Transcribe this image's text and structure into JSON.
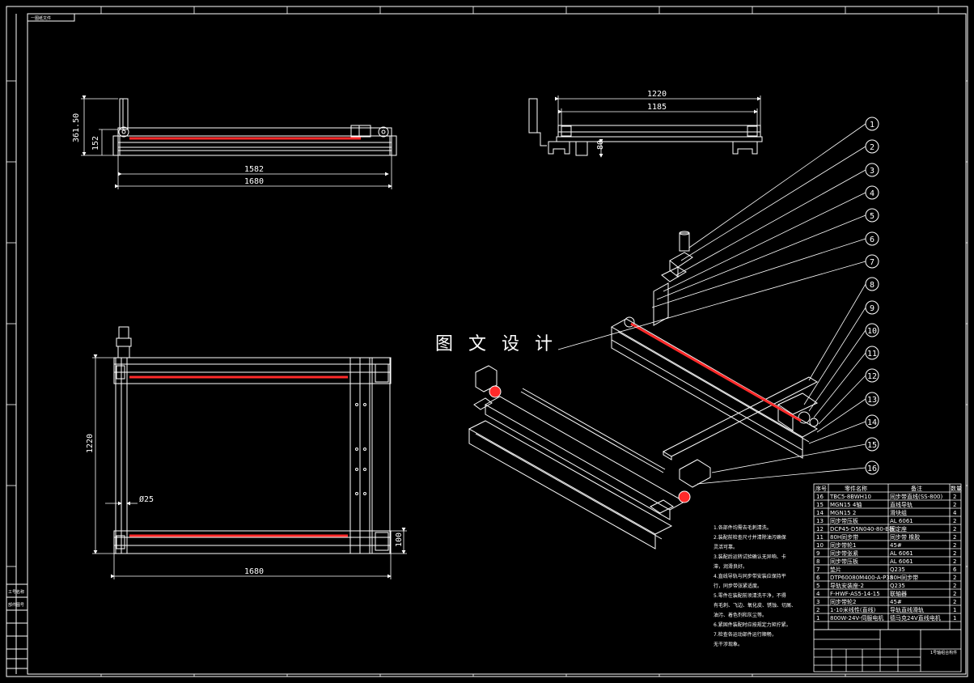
{
  "sheet": {
    "corner_label": "一图纸文件",
    "watermark": "图 文 设 计",
    "colors": {
      "background": "#000000",
      "line": "#ffffff",
      "belt": "#ff2a2a"
    }
  },
  "views": {
    "front": {
      "dim_overall_height": "361.50",
      "dim_rail_height": "152",
      "dim_inner_length": "1582",
      "dim_outer_length": "1680"
    },
    "side": {
      "dim_outer_width": "1220",
      "dim_inner_width": "1185",
      "dim_profile": "80"
    },
    "top": {
      "dim_width": "1220",
      "dim_length": "1680",
      "dim_diameter": "Ø25",
      "dim_rail_width": "100"
    }
  },
  "balloons": [
    "1",
    "2",
    "3",
    "4",
    "5",
    "6",
    "7",
    "8",
    "9",
    "10",
    "11",
    "12",
    "13",
    "14",
    "15",
    "16"
  ],
  "notes": [
    "1.各部件均需去毛刺清洗。",
    "2.装配前检查尺寸并清除油污确保",
    "  灵活可靠。",
    "3.装配后运转试验确认无异响、卡",
    "  滞，润滑良好。",
    "4.直线导轨与同步带安装应保持平",
    "  行，同步带张紧适度。",
    "5.零件在装配前须清洗干净，不得",
    "  有毛刺、飞边、氧化皮、锈蚀、切屑、",
    "  油污、着色剂和灰尘等。",
    "6.紧固件装配时应按规定力矩拧紧。",
    "7.检查各运动部件运行顺畅，",
    "  无干涉现象。"
  ],
  "bom": {
    "headers": [
      "序号",
      "零件名称",
      "备注",
      "数量"
    ],
    "rows": [
      [
        "16",
        "TBC5-8BWH10",
        "同步带直线(SS-800)",
        "2"
      ],
      [
        "15",
        "MGN15 4轴",
        "直线导轨",
        "2"
      ],
      [
        "14",
        "MGN15 2",
        "滑块组",
        "4"
      ],
      [
        "13",
        "同步带压板",
        "AL 6061",
        "2"
      ],
      [
        "12",
        "DCP45-D5N040-80-B板",
        "固定座",
        "2"
      ],
      [
        "11",
        "80H同步带",
        "同步带 橡胶",
        "2"
      ],
      [
        "10",
        "同步带轮1",
        "45#",
        "2"
      ],
      [
        "9",
        "同步带张紧",
        "AL 6061",
        "2"
      ],
      [
        "8",
        "同步带压板",
        "AL 6061",
        "2"
      ],
      [
        "7",
        "垫片",
        "Q235",
        "6"
      ],
      [
        "6",
        "DTP60080M400-A-P35",
        "80H同步带",
        "2"
      ],
      [
        "5",
        "导轨安装座-2",
        "Q235",
        "2"
      ],
      [
        "4",
        "F-HWF-AS5-14-15",
        "联轴器",
        "2"
      ],
      [
        "3",
        "同步带轮2",
        "45#",
        "2"
      ],
      [
        "2",
        "1-10米线性(直线)",
        "导轨直线滑轨",
        "1"
      ],
      [
        "1",
        "800W-24V-伺服电机",
        "德马克24V直线电机",
        "1"
      ]
    ]
  },
  "title_block": {
    "right_label": "1号轴组合构件"
  },
  "left_strip": {
    "labels": [
      "工号名称",
      "部件图号",
      "",
      "",
      "",
      ""
    ]
  }
}
